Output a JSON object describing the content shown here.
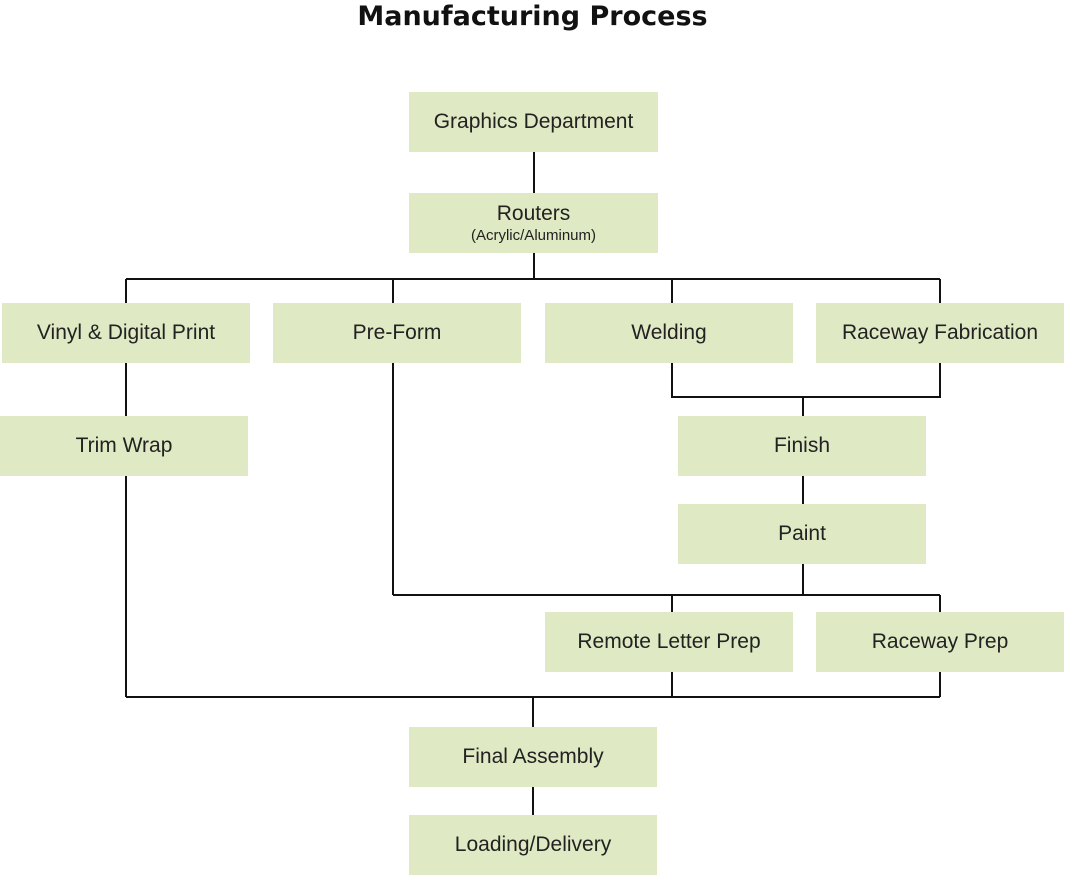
{
  "title": "Manufacturing Process",
  "colors": {
    "box_fill": "#dfe9c3",
    "line": "#111111",
    "text": "#222222",
    "background": "#ffffff"
  },
  "nodes": {
    "graphics": {
      "label": "Graphics Department"
    },
    "routers": {
      "label": "Routers",
      "sublabel": "(Acrylic/Aluminum)"
    },
    "vinyl": {
      "label": "Vinyl & Digital Print"
    },
    "preform": {
      "label": "Pre-Form"
    },
    "welding": {
      "label": "Welding"
    },
    "raceway_fab": {
      "label": "Raceway Fabrication"
    },
    "trim_wrap": {
      "label": "Trim Wrap"
    },
    "finish": {
      "label": "Finish"
    },
    "paint": {
      "label": "Paint"
    },
    "remote_letter_prep": {
      "label": "Remote Letter Prep"
    },
    "raceway_prep": {
      "label": "Raceway Prep"
    },
    "final_assembly": {
      "label": "Final Assembly"
    },
    "loading_delivery": {
      "label": "Loading/Delivery"
    }
  },
  "edges": [
    [
      "graphics",
      "routers"
    ],
    [
      "routers",
      "vinyl"
    ],
    [
      "routers",
      "preform"
    ],
    [
      "routers",
      "welding"
    ],
    [
      "routers",
      "raceway_fab"
    ],
    [
      "vinyl",
      "trim_wrap"
    ],
    [
      "welding",
      "finish"
    ],
    [
      "raceway_fab",
      "finish"
    ],
    [
      "finish",
      "paint"
    ],
    [
      "paint",
      "remote_letter_prep"
    ],
    [
      "paint",
      "raceway_prep"
    ],
    [
      "preform",
      "remote_letter_prep"
    ],
    [
      "preform",
      "raceway_prep"
    ],
    [
      "trim_wrap",
      "final_assembly"
    ],
    [
      "remote_letter_prep",
      "final_assembly"
    ],
    [
      "raceway_prep",
      "final_assembly"
    ],
    [
      "final_assembly",
      "loading_delivery"
    ]
  ]
}
